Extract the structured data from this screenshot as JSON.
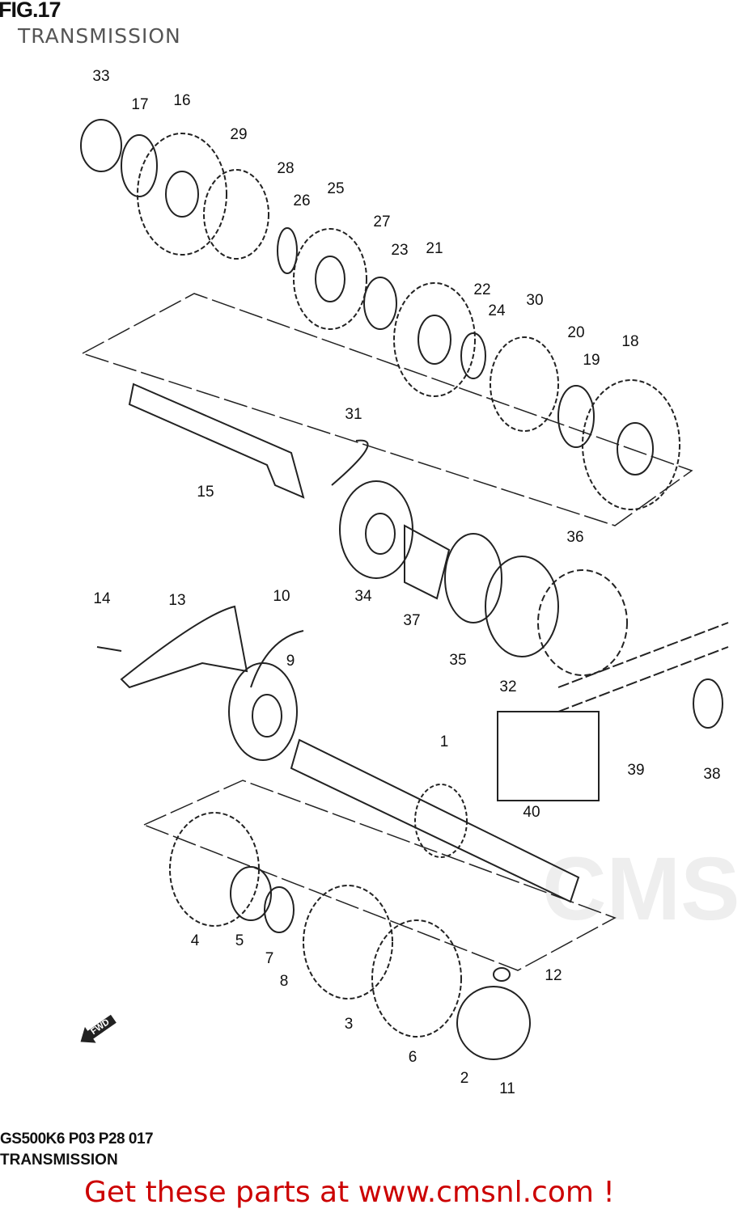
{
  "header": {
    "figure": "FIG.17",
    "title": "TRANSMISSION"
  },
  "callouts": [
    "33",
    "17",
    "16",
    "29",
    "28",
    "26",
    "25",
    "27",
    "23",
    "21",
    "22",
    "24",
    "30",
    "20",
    "19",
    "18",
    "31",
    "15",
    "36",
    "34",
    "37",
    "35",
    "32",
    "14",
    "13",
    "10",
    "9",
    "1",
    "39",
    "38",
    "40",
    "4",
    "5",
    "7",
    "8",
    "3",
    "12",
    "6",
    "2",
    "11"
  ],
  "watermark": "CMS",
  "fwd_label": "FWD",
  "footer": {
    "code": "GS500K6 P03 P28 017",
    "title": "TRANSMISSION",
    "promo": "Get these parts at www.cmsnl.com !"
  },
  "colors": {
    "promo": "#cc0000",
    "line": "#222222"
  }
}
